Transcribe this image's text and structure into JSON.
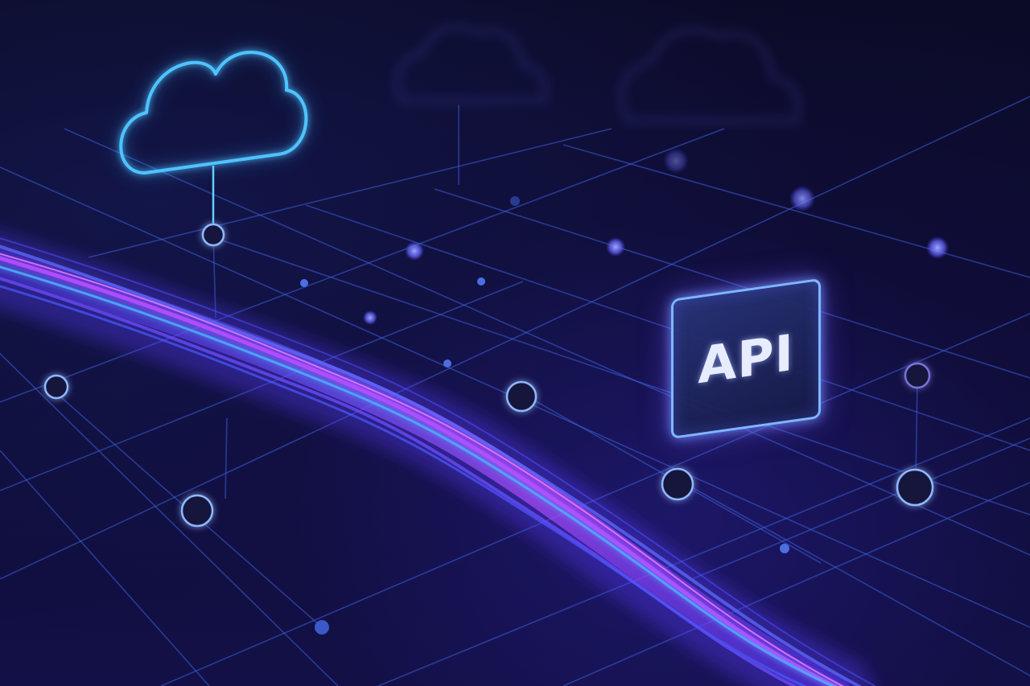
{
  "badge": {
    "label": "API"
  },
  "colors": {
    "background": "#0b0b27",
    "grid_line": "#3c5fd8",
    "cloud_outline": "#4fc3ff",
    "stream_primary": "#7a4dff",
    "stream_highlight": "#c15cff",
    "stream_cyan": "#4fa8ff",
    "node_ring": "#8fb8ff",
    "badge_border": "#7fb6ff"
  },
  "icons": [
    "cloud-icon",
    "api-badge",
    "data-stream",
    "network-grid",
    "network-node"
  ]
}
